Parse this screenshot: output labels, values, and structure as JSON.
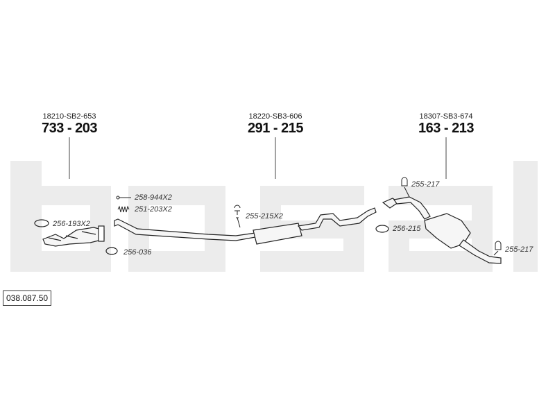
{
  "diagram": {
    "number": "038.087.50",
    "groups": [
      {
        "oe": "18210-SB2-653",
        "part": "733 - 203"
      },
      {
        "oe": "18220-SB3-606",
        "part": "291 - 215"
      },
      {
        "oe": "18307-SB3-674",
        "part": "163 - 213"
      }
    ],
    "accessories": [
      {
        "code": "256-193X2"
      },
      {
        "code": "258-944X2"
      },
      {
        "code": "251-203X2"
      },
      {
        "code": "256-036"
      },
      {
        "code": "255-215X2"
      },
      {
        "code": "255-217"
      },
      {
        "code": "256-215"
      },
      {
        "code": "255-217"
      }
    ]
  },
  "colors": {
    "watermark": "#ececec",
    "line": "#444444"
  }
}
